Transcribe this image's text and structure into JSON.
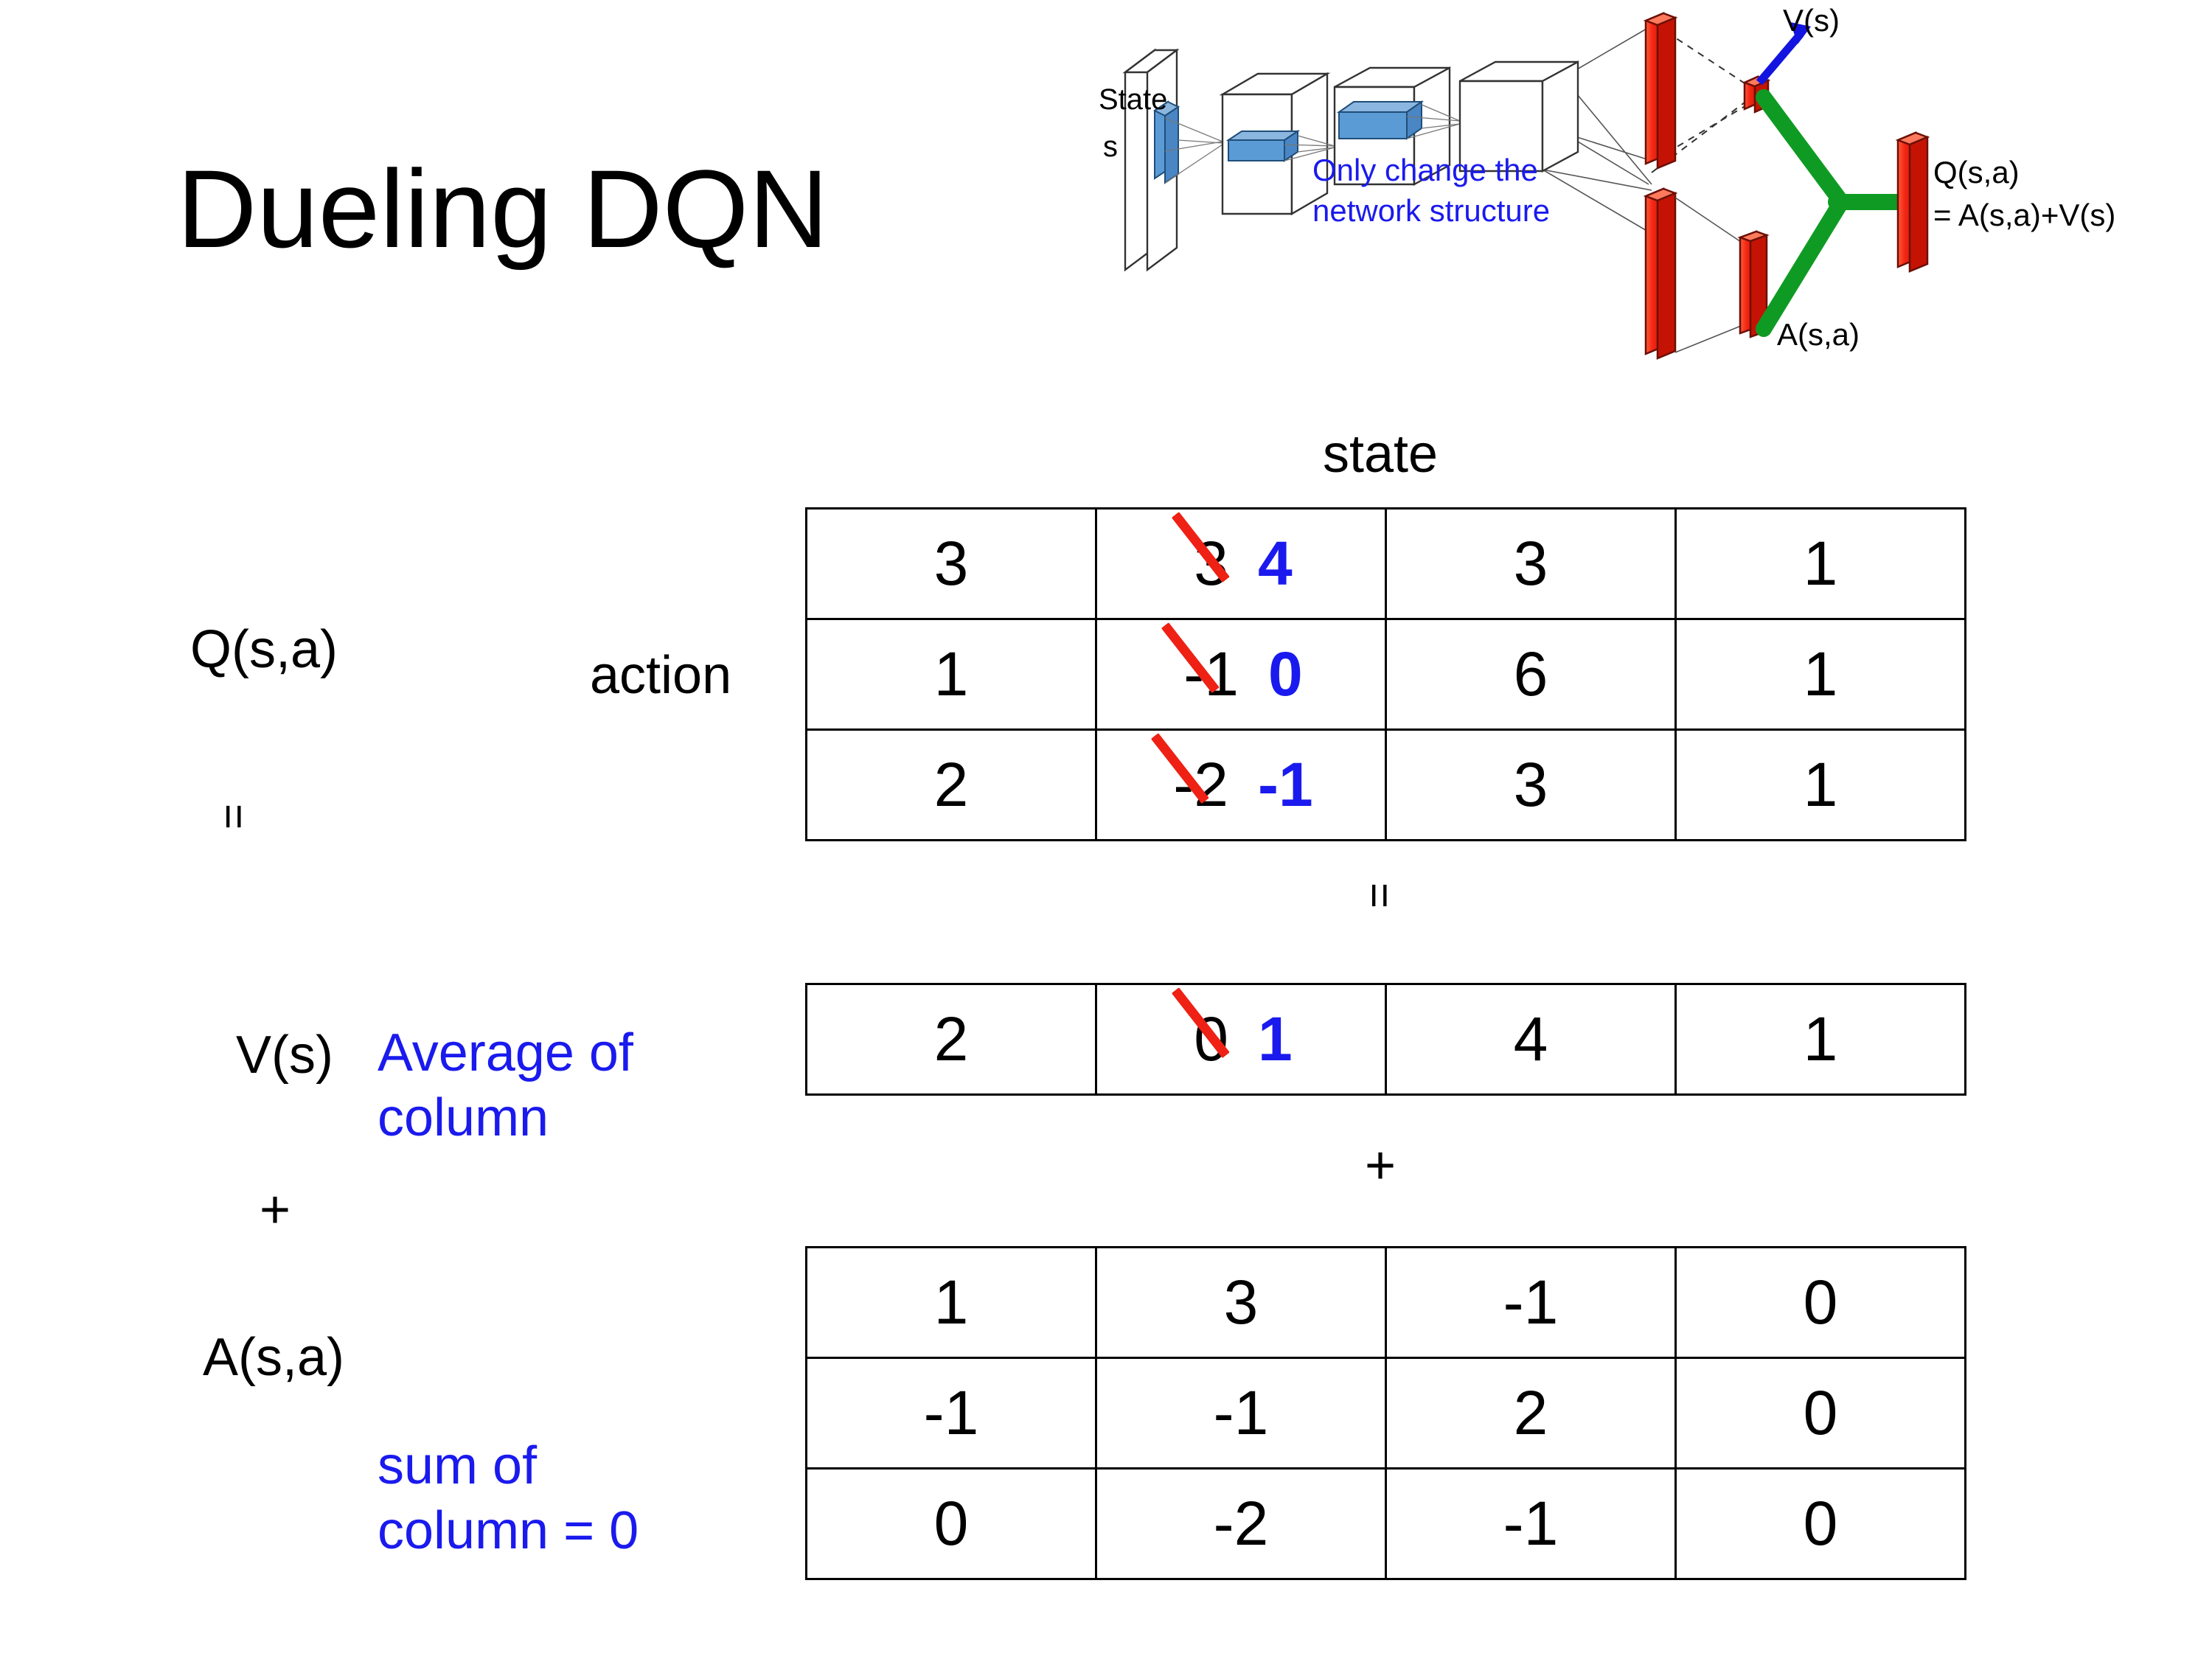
{
  "title": "Dueling DQN",
  "labels": {
    "q_label": "Q(s,a)",
    "equals_left": "=",
    "v_label": "V(s)",
    "plus_left": "+",
    "a_label": "A(s,a)",
    "action_axis": "action",
    "state_axis": "state",
    "separator_equals": "=",
    "separator_plus": "+"
  },
  "annotations": {
    "average_of_column": "Average of\ncolumn",
    "sum_of_column": "sum of\ncolumn = 0",
    "color_blue": "#1a1aee",
    "color_red_strike": "#ee2114"
  },
  "diagram": {
    "state_label": "State",
    "state_sub": "s",
    "note": "Only change the\nnetwork structure",
    "v_out": "V(s)",
    "a_out": "A(s,a)",
    "q_out_line1": "Q(s,a)",
    "q_out_line2": "= A(s,a)+V(s)",
    "colors": {
      "bar": "#f22613",
      "stream": "#0f9b23",
      "arrow": "#1414e0",
      "filter": "#5b9bd5"
    }
  },
  "tables": {
    "q": {
      "name": "Q(s,a)",
      "rows": [
        [
          {
            "value": "3"
          },
          {
            "value": "3",
            "struck": true,
            "replacement": "4"
          },
          {
            "value": "3"
          },
          {
            "value": "1"
          }
        ],
        [
          {
            "value": "1"
          },
          {
            "value": "-1",
            "struck": true,
            "replacement": "0"
          },
          {
            "value": "6"
          },
          {
            "value": "1"
          }
        ],
        [
          {
            "value": "2"
          },
          {
            "value": "-2",
            "struck": true,
            "replacement": "-1"
          },
          {
            "value": "3"
          },
          {
            "value": "1"
          }
        ]
      ]
    },
    "v": {
      "name": "V(s)",
      "rows": [
        [
          {
            "value": "2"
          },
          {
            "value": "0",
            "struck": true,
            "replacement": "1"
          },
          {
            "value": "4"
          },
          {
            "value": "1"
          }
        ]
      ]
    },
    "a": {
      "name": "A(s,a)",
      "rows": [
        [
          {
            "value": "1"
          },
          {
            "value": "3"
          },
          {
            "value": "-1"
          },
          {
            "value": "0"
          }
        ],
        [
          {
            "value": "-1"
          },
          {
            "value": "-1"
          },
          {
            "value": "2"
          },
          {
            "value": "0"
          }
        ],
        [
          {
            "value": "0"
          },
          {
            "value": "-2"
          },
          {
            "value": "-1"
          },
          {
            "value": "0"
          }
        ]
      ]
    }
  }
}
